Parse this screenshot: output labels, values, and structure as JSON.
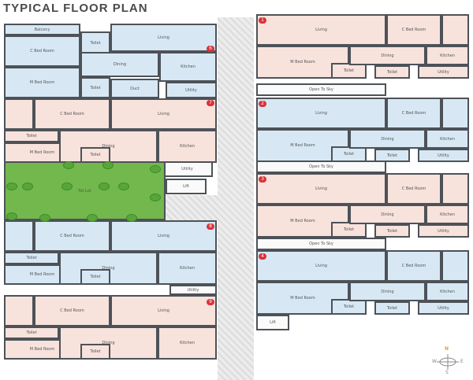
{
  "title": "TYPICAL FLOOR PLAN",
  "labels": {
    "living": "Living",
    "dining": "Dining",
    "kitchen": "Kitchen",
    "toilet": "Toilet",
    "m_bed": "M Bed Room",
    "c_bed": "C Bed Room",
    "utility": "Utility",
    "duct": "Duct",
    "balcony": "Balcony",
    "lift": "Lift",
    "open_to_sky": "Open To Sky",
    "tot_lot": "Tot Lot"
  },
  "units": {
    "left": [
      "6",
      "7",
      "8",
      "9"
    ],
    "right": [
      "1",
      "2",
      "3",
      "4"
    ]
  },
  "compass": {
    "n": "N",
    "e": "E",
    "w": "W",
    "s": "S"
  },
  "colors": {
    "unit_a": "#d7e8f4",
    "unit_b": "#f7e2dc",
    "tot_lot": "#72b84c",
    "unit_badge": "#d9333a"
  }
}
